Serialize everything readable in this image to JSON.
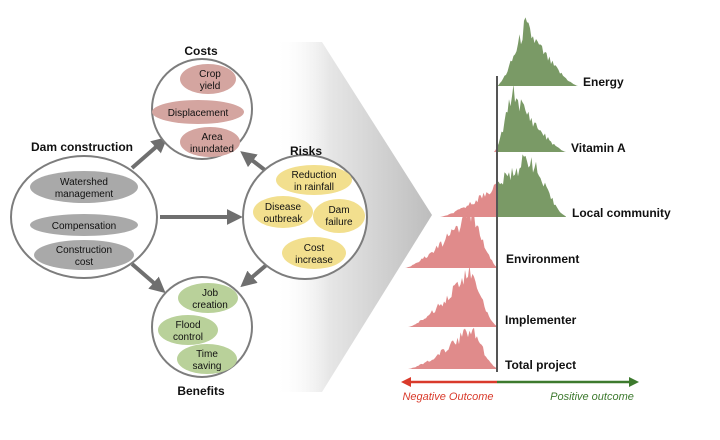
{
  "groups": {
    "dam": {
      "title": "Dam construction",
      "items": [
        [
          "Watershed",
          "management"
        ],
        [
          "Compensation"
        ],
        [
          "Construction",
          "cost"
        ]
      ]
    },
    "costs": {
      "title": "Costs",
      "items": [
        [
          "Crop",
          "yield"
        ],
        [
          "Displacement"
        ],
        [
          "Area",
          "inundated"
        ]
      ]
    },
    "risks": {
      "title": "Risks",
      "items": [
        [
          "Reduction",
          "in rainfall"
        ],
        [
          "Disease",
          "outbreak"
        ],
        [
          "Dam",
          "failure"
        ],
        [
          "Cost",
          "increase"
        ]
      ]
    },
    "benefits": {
      "title": "Benefits",
      "items": [
        [
          "Job",
          "creation"
        ],
        [
          "Flood",
          "control"
        ],
        [
          "Time",
          "saving"
        ]
      ]
    }
  },
  "distributions": [
    {
      "label": "Energy",
      "color": "#7a9a66"
    },
    {
      "label": "Vitamin A",
      "color": "#7a9a66"
    },
    {
      "label": "Local community",
      "color": "#7a9a66"
    },
    {
      "label": "Environment",
      "color": "#e08b8b"
    },
    {
      "label": "Implementer",
      "color": "#e08b8b"
    },
    {
      "label": "Total project",
      "color": "#e08b8b"
    }
  ],
  "axis": {
    "negative_label": "Negative Outcome",
    "positive_label": "Positive outcome",
    "negative_color": "#d93a2b",
    "positive_color": "#3d7a2e"
  },
  "colors": {
    "dark_pill": "#a9a9a9",
    "cost_pill": "#d4a5a0",
    "risk_pill": "#f2df8e",
    "benefit_pill": "#b9d19a",
    "arrow": "#6f6f6f"
  }
}
